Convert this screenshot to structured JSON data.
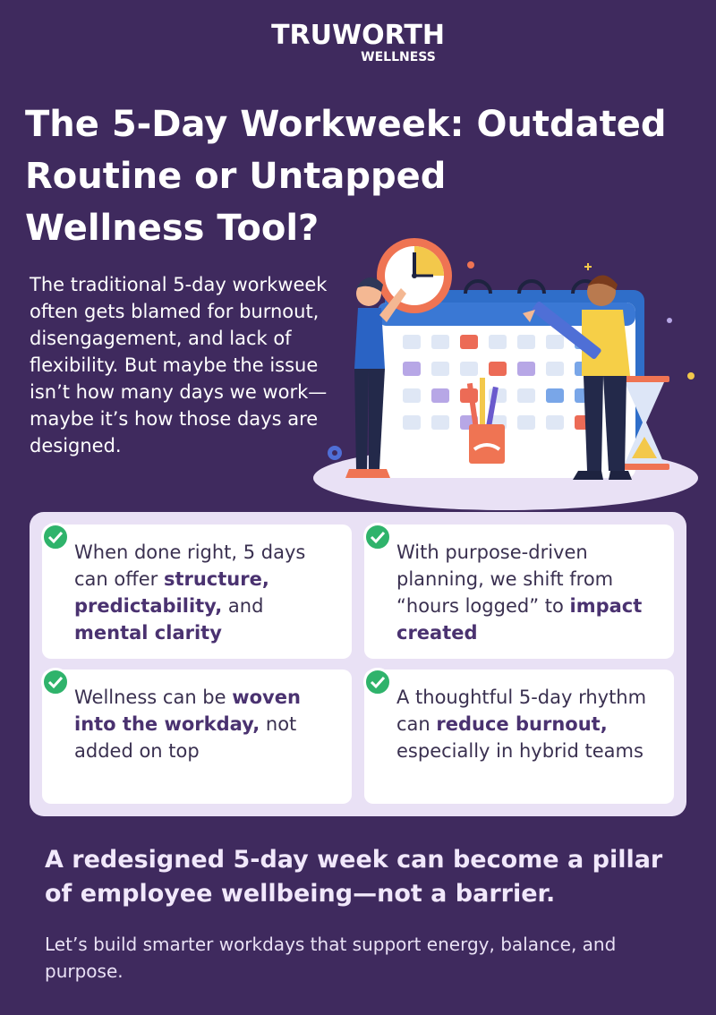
{
  "brand": {
    "name": "TRUWORTH",
    "tagline": "WELLNESS"
  },
  "headline": {
    "lines": [
      "The 5-Day Workweek: Outdated",
      "Routine or Untapped",
      "Wellness Tool?"
    ]
  },
  "intro": "The traditional 5-day workweek often gets blamed for burnout, disengagement, and lack of flexibility. But maybe the issue isn’t how many days we work—maybe it’s how those days are designed.",
  "cards": [
    {
      "parts": [
        {
          "text": "When done right, 5 days can offer ",
          "bold": false
        },
        {
          "text": "structure, predictability,",
          "bold": true
        },
        {
          "text": " and ",
          "bold": false
        },
        {
          "text": "mental clarity",
          "bold": true
        }
      ]
    },
    {
      "parts": [
        {
          "text": "With purpose-driven planning, we shift from “hours logged” to ",
          "bold": false
        },
        {
          "text": "impact created",
          "bold": true
        }
      ]
    },
    {
      "parts": [
        {
          "text": "Wellness can be ",
          "bold": false
        },
        {
          "text": "woven into the workday,",
          "bold": true
        },
        {
          "text": " not added on top",
          "bold": false
        }
      ]
    },
    {
      "parts": [
        {
          "text": "A thoughtful 5-day rhythm can ",
          "bold": false
        },
        {
          "text": "reduce burnout,",
          "bold": true
        },
        {
          "text": " especially in hybrid teams",
          "bold": false
        }
      ]
    }
  ],
  "closing": "A redesigned 5-day week can become a pillar of employee wellbeing—not a barrier.",
  "cta": "Let’s build smarter workdays that support energy, balance, and purpose.",
  "colors": {
    "background": "#3f2a5e",
    "panel": "#e9e1f5",
    "check": "#2fb36b",
    "bold_text": "#4a3270"
  },
  "illustration": {
    "icons": [
      "wall-clock-icon",
      "calendar-icon",
      "pencil-icon",
      "hourglass-icon",
      "gear-icon",
      "pen-cup-icon"
    ]
  }
}
